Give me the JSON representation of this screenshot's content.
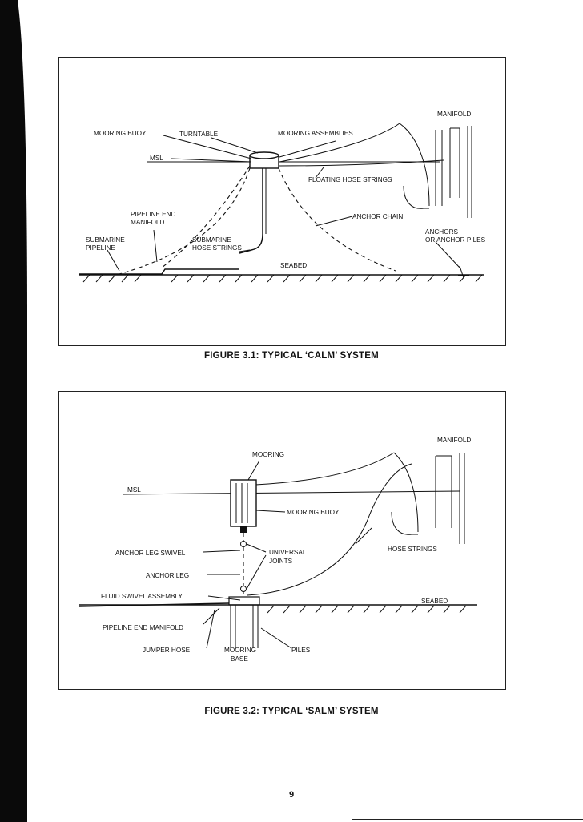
{
  "figure1": {
    "caption": "FIGURE 3.1: TYPICAL ‘CALM’ SYSTEM",
    "labels": {
      "manifold": "MANIFOLD",
      "mooring_buoy": "MOORING BUOY",
      "turntable": "TURNTABLE",
      "mooring_assemblies": "MOORING ASSEMBLIES",
      "msl": "MSL",
      "floating_hose_strings": "FLOATING HOSE STRINGS",
      "pipeline_end_manifold_1": "PIPELINE END",
      "pipeline_end_manifold_2": "MANIFOLD",
      "anchor_chain": "ANCHOR CHAIN",
      "anchors_1": "ANCHORS",
      "anchors_2": "OR ANCHOR PILES",
      "submarine_pipeline_1": "SUBMARINE",
      "submarine_pipeline_2": "PIPELINE",
      "submarine_hose_1": "SUBMARINE",
      "submarine_hose_2": "HOSE STRINGS",
      "seabed": "SEABED"
    }
  },
  "figure2": {
    "caption": "FIGURE 3.2: TYPICAL ‘SALM’ SYSTEM",
    "labels": {
      "manifold": "MANIFOLD",
      "mooring": "MOORING",
      "msl": "MSL",
      "mooring_buoy": "MOORING BUOY",
      "anchor_leg_swivel": "ANCHOR LEG SWIVEL",
      "universal_joints_1": "UNIVERSAL",
      "universal_joints_2": "JOINTS",
      "hose_strings": "HOSE STRINGS",
      "anchor_leg": "ANCHOR LEG",
      "fluid_swivel_assembly": "FLUID SWIVEL ASSEMBLY",
      "seabed": "SEABED",
      "pipeline_end_manifold": "PIPELINE END MANIFOLD",
      "jumper_hose": "JUMPER HOSE",
      "mooring_base_1": "MOORING",
      "mooring_base_2": "BASE",
      "piles": "PILES"
    }
  },
  "page_number": "9"
}
